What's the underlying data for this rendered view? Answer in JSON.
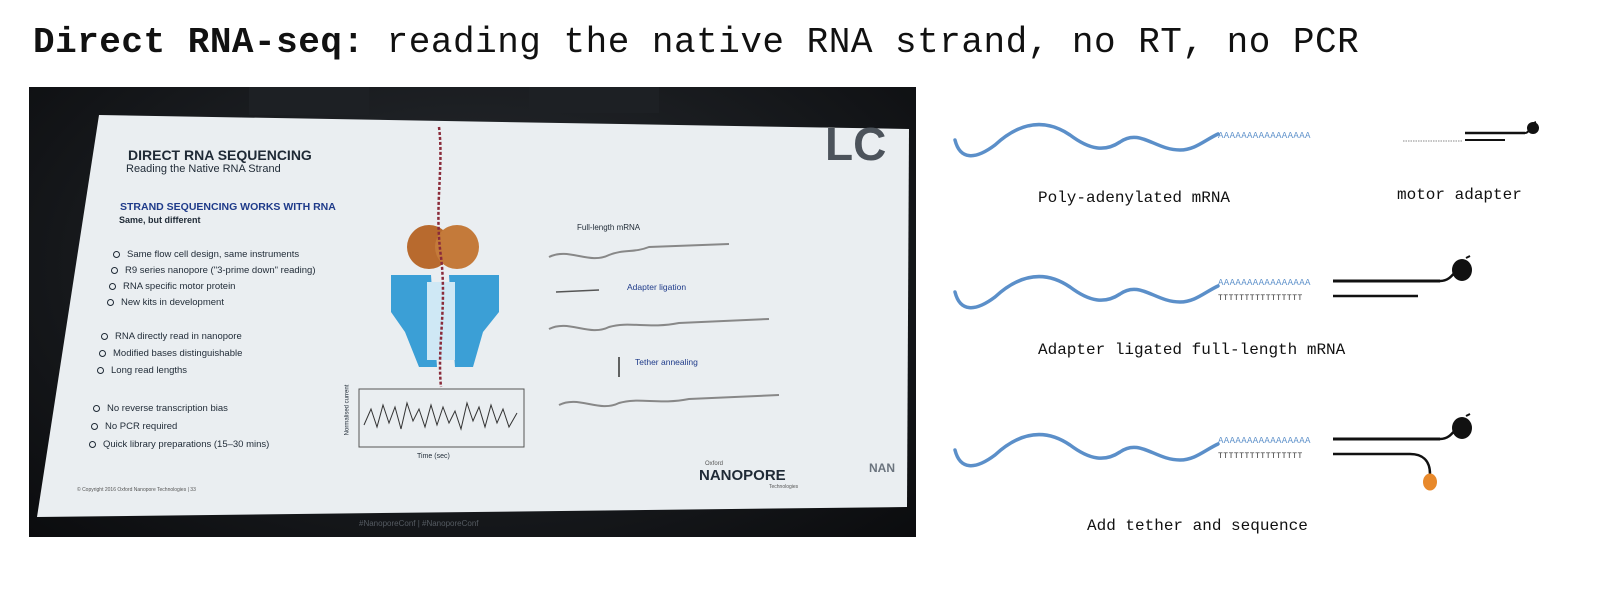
{
  "title": {
    "bold": "Direct RNA-seq:",
    "rest": "reading the native RNA strand, no RT, no PCR"
  },
  "photo": {
    "slide_title": "DIRECT RNA SEQUENCING",
    "slide_subtitle": "Reading the Native RNA Strand",
    "section_heading": "STRAND SEQUENCING WORKS WITH RNA",
    "section_sub": "Same, but different",
    "bullets_group1": [
      "Same flow cell design, same instruments",
      "R9 series nanopore (\"3-prime down\" reading)",
      "RNA specific motor protein",
      "New kits in development"
    ],
    "bullets_group2": [
      "RNA directly read in nanopore",
      "Modified bases distinguishable",
      "Long read lengths"
    ],
    "bullets_group3": [
      "No reverse transcription bias",
      "No PCR required",
      "Quick library preparations (15–30 mins)"
    ],
    "label_full_length": "Full-length mRNA",
    "label_adapter_ligation": "Adapter ligation",
    "label_tether_annealing": "Tether annealing",
    "plot_ylabel": "Normalised current",
    "plot_xlabel": "Time (sec)",
    "copyright": "© Copyright 2016 Oxford Nanopore Technologies | 33",
    "logo_small": "Oxford",
    "logo": "NANOPORE",
    "logo_sub": "Technologies",
    "bg_logo": "LC",
    "bg_right": "NAN",
    "bottom_hashtags": "#NanoporeConf | #NanoporeConf"
  },
  "diagram": {
    "polyA": "AAAAAAAAAAAAAAAA",
    "polyT": "TTTTTTTTTTTTTTTT",
    "caption_polyadenylated": "Poly-adenylated mRNA",
    "caption_motor_adapter": "motor adapter",
    "caption_adapter_ligated": "Adapter ligated full-length mRNA",
    "caption_tether": "Add tether and sequence"
  },
  "colors": {
    "rna": "#5b8fc9",
    "strand": "#111111",
    "tether": "#e8892b",
    "slide_bg": "#eef1f3",
    "slide_text": "#1f3b63",
    "pore": "#3b9fd6",
    "motor": "#b86a2e"
  }
}
